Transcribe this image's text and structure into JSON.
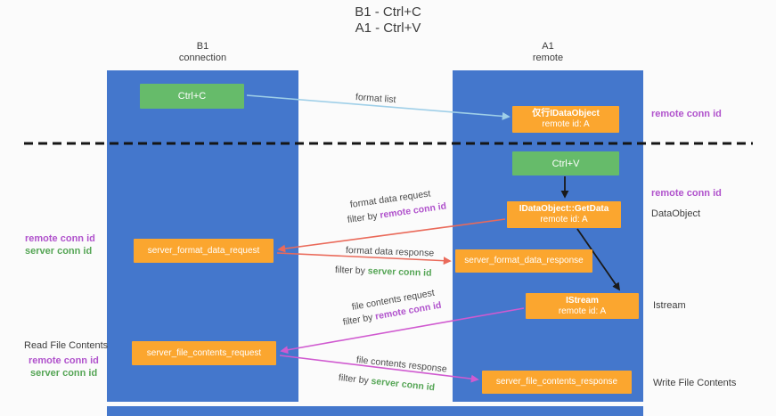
{
  "title": {
    "line1": "B1 - Ctrl+C",
    "line2": "A1 - Ctrl+V"
  },
  "columns": {
    "left": {
      "name": "B1",
      "subtitle": "connection"
    },
    "right": {
      "name": "A1",
      "subtitle": "remote"
    }
  },
  "nodes": {
    "ctrl_c": "Ctrl+C",
    "ctrl_v": "Ctrl+V",
    "dataobject_stub": {
      "line1": "仅行IDataObject",
      "line2": "remote id: A"
    },
    "getdata": {
      "line1": "IDataObject::GetData",
      "line2": "remote id: A"
    },
    "istream": {
      "line1": "IStream",
      "line2": "remote id: A"
    },
    "server_format_data_request": "server_format_data_request",
    "server_format_data_response": "server_format_data_response",
    "server_file_contents_request": "server_file_contents_request",
    "server_file_contents_response": "server_file_contents_response"
  },
  "arrows": {
    "format_list": {
      "label": "format list"
    },
    "format_data_request": {
      "label": "format data request",
      "filter_prefix": "filter by ",
      "filter_key": "remote conn id"
    },
    "format_data_response": {
      "label": "format data response",
      "filter_prefix": "filter by ",
      "filter_key": "server conn id"
    },
    "file_contents_request": {
      "label": "file contents request",
      "filter_prefix": "filter by ",
      "filter_key": "remote conn id"
    },
    "file_contents_response": {
      "label": "file contents response",
      "filter_prefix": "filter by ",
      "filter_key": "server conn id"
    }
  },
  "side_labels": {
    "right_remote_conn_id_top": "remote conn id",
    "right_remote_conn_id_mid": "remote conn id",
    "right_dataobject": "DataObject",
    "right_istream": "Istream",
    "right_write_file_contents": "Write File Contents",
    "left_remote_conn_id_mid": "remote conn id",
    "left_server_conn_id_mid": "server conn id",
    "left_read_file_contents": "Read File Contents",
    "left_remote_conn_id_bottom": "remote conn id",
    "left_server_conn_id_bottom": "server conn id"
  },
  "colors": {
    "page_bg": "#fbfbfb",
    "column_blue": "#4477cc",
    "node_green": "#66bb6a",
    "node_orange": "#fba62f",
    "arrow_blue": "#9fcfe8",
    "arrow_red": "#ea6a5a",
    "arrow_magenta": "#d05ad0",
    "key_purple": "#b052cc",
    "key_green": "#55a555",
    "text_dark": "#3c3c3c"
  }
}
